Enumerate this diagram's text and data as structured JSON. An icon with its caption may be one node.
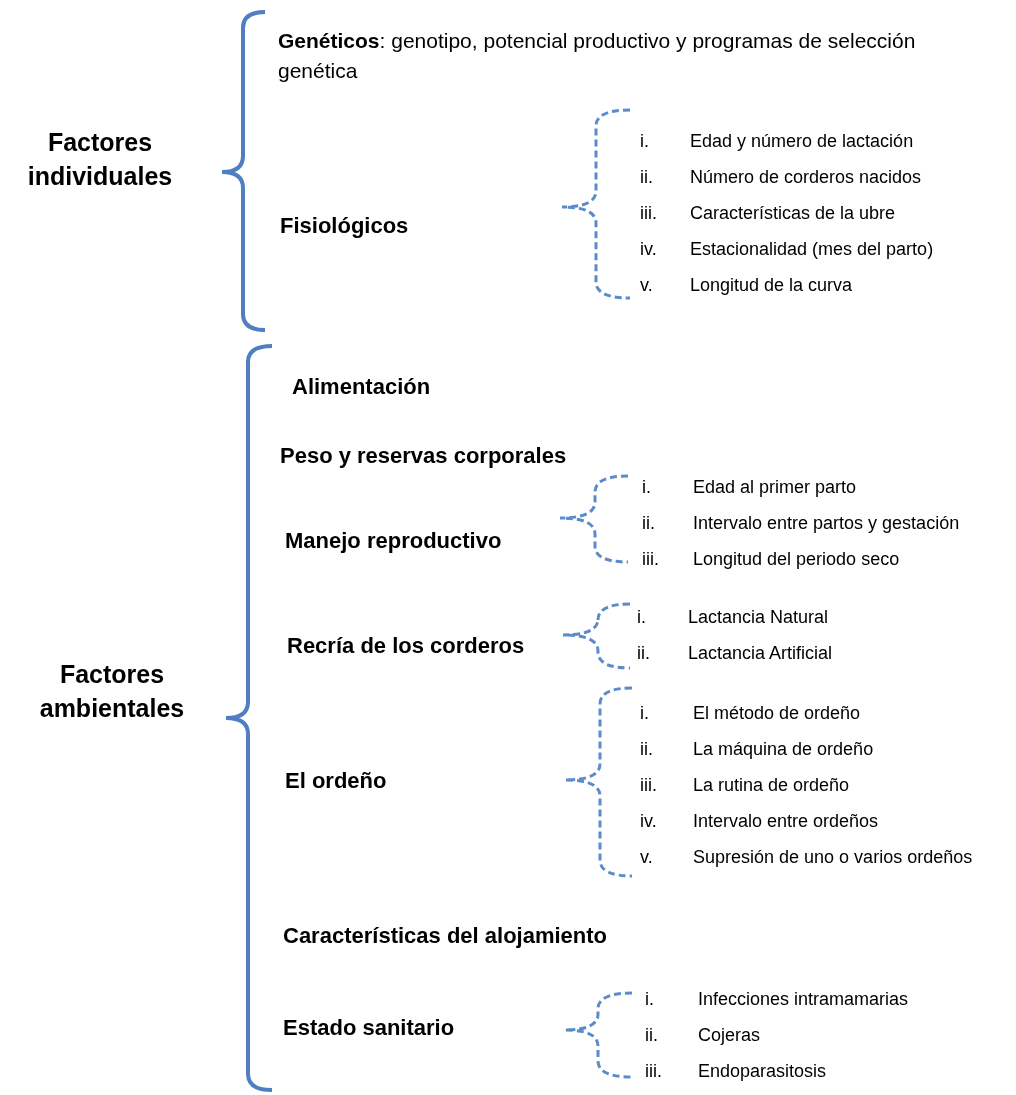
{
  "diagram": {
    "labels": [
      "**Genéticos**: genotipo, potencial productivo y programas de selección genética",
      "Factores individuales",
      "Fisiológicos",
      "i.",
      "Edad y número de lactación",
      "ii.",
      "Número de corderos nacidos",
      "iii.",
      "Características de la ubre",
      "iv.",
      "Estacionalidad (mes del parto)",
      "v.",
      "Longitud de la curva",
      "Factores ambientales",
      "Alimentación",
      "Peso y reservas corporales",
      "Manejo reproductivo",
      "i.",
      "Edad al primer parto",
      "ii.",
      "Intervalo entre partos y gestación",
      "iii.",
      "Longitud del periodo seco",
      "Recría de los corderos",
      "i.",
      "Lactancia Natural",
      "ii.",
      "Lactancia Artificial",
      "El ordeño",
      "i.",
      "El método de ordeño",
      "ii.",
      "La máquina de ordeño",
      "iii.",
      "La rutina de ordeño",
      "iv.",
      "Intervalo entre ordeños",
      "v.",
      "Supresión de uno o varios ordeños",
      "Características del alojamiento",
      "Estado sanitario",
      "i.",
      "Infecciones intramamarias",
      "ii.",
      "Cojeras",
      "iii.",
      "Endoparasitosis"
    ]
  }
}
